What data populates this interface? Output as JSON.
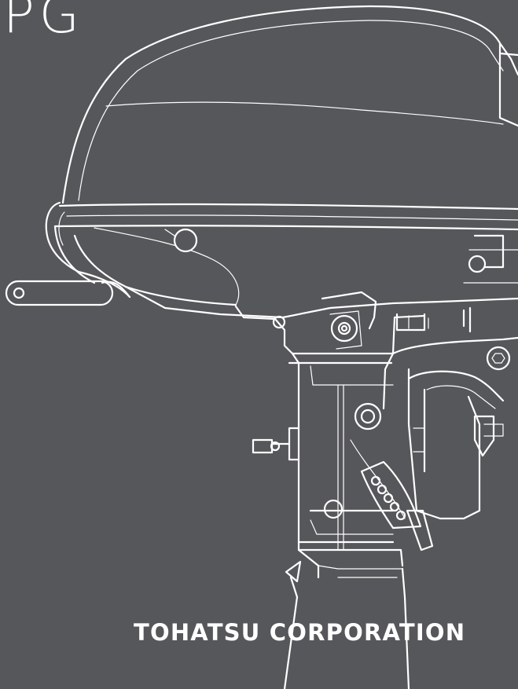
{
  "document": {
    "title_fragment": "PG",
    "brand": "TOHATSU CORPORATION"
  },
  "colors": {
    "background": "#56575a",
    "line": "#ffffff"
  },
  "illustration": {
    "subject": "outboard-motor-line-drawing"
  }
}
